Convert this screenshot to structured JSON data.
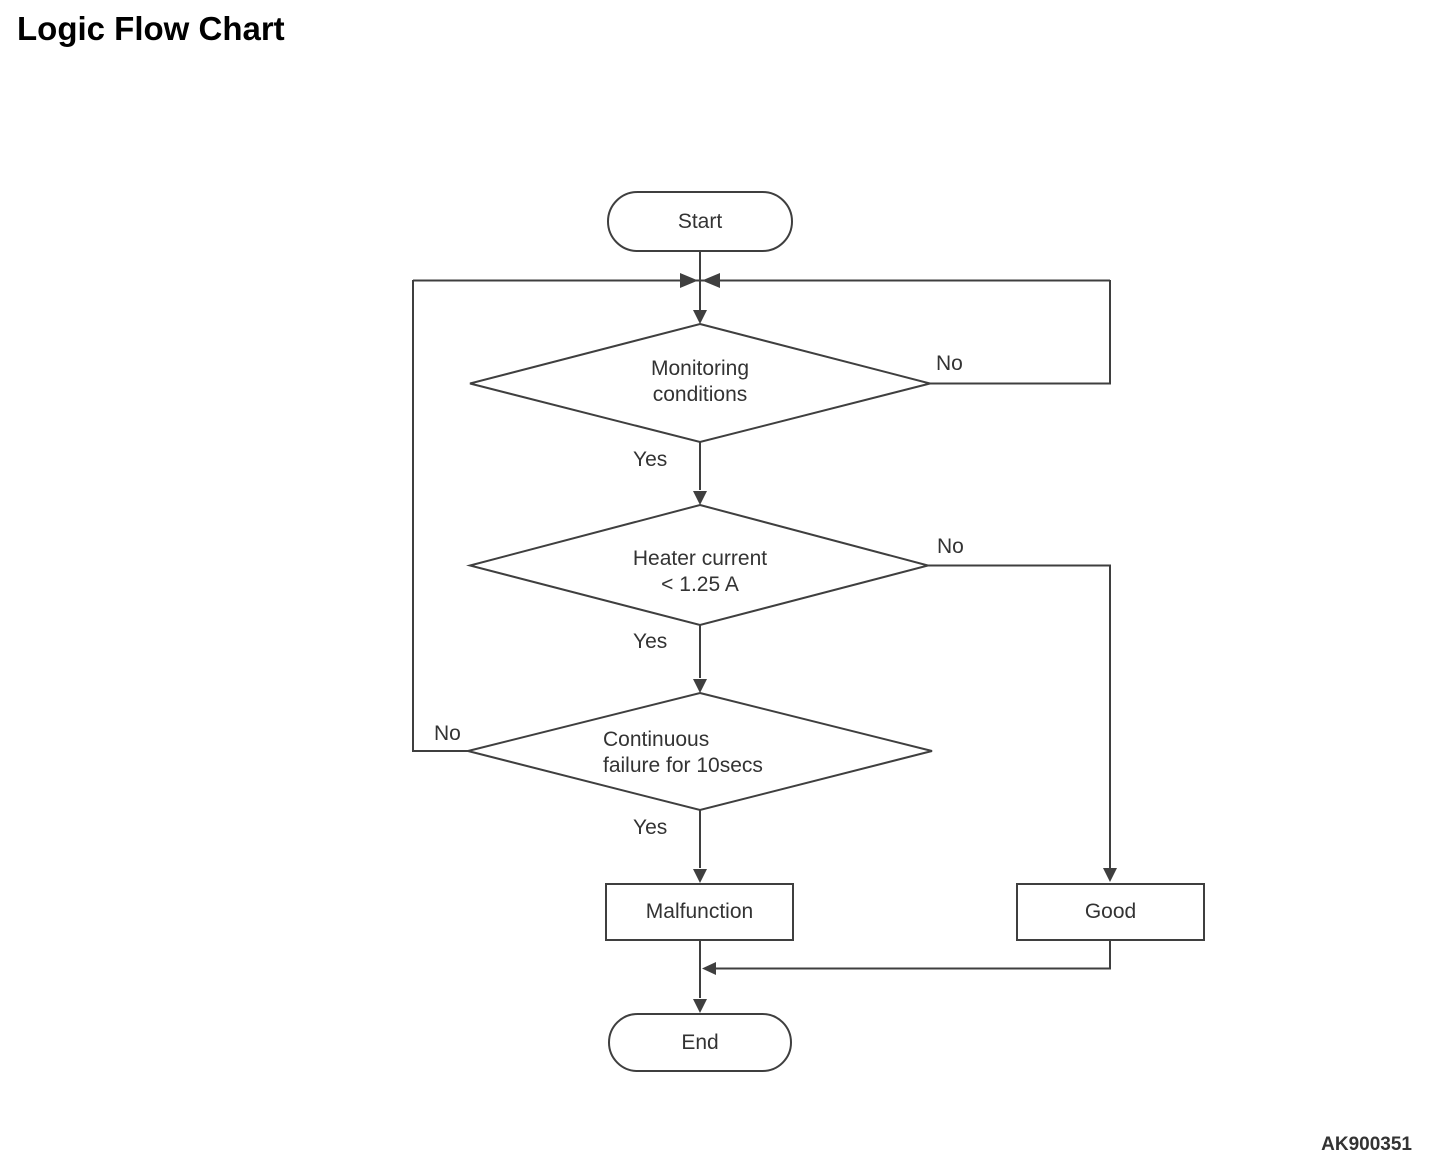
{
  "title": "Logic Flow Chart",
  "figure_code": "AK900351",
  "colors": {
    "line": "#3f3f3f",
    "text": "#333333",
    "title": "#000000",
    "background": "#ffffff"
  },
  "nodes": {
    "start": {
      "type": "terminator",
      "label": "Start"
    },
    "monitoring_conditions": {
      "type": "decision",
      "line1": "Monitoring",
      "line2": "conditions"
    },
    "heater_current": {
      "type": "decision",
      "line1": "Heater current",
      "line2": "< 1.25 A"
    },
    "continuous_failure": {
      "type": "decision",
      "line1": "Continuous",
      "line2": "failure for 10secs"
    },
    "malfunction": {
      "type": "process",
      "label": "Malfunction"
    },
    "good": {
      "type": "process",
      "label": "Good"
    },
    "end": {
      "type": "terminator",
      "label": "End"
    }
  },
  "branch_labels": {
    "monitoring_no": "No",
    "monitoring_yes": "Yes",
    "heater_no": "No",
    "heater_yes": "Yes",
    "continuous_no": "No",
    "continuous_yes": "Yes"
  },
  "edges": [
    {
      "from": "Start",
      "to": "Monitoring conditions",
      "label": ""
    },
    {
      "from": "Monitoring conditions",
      "to": "loop junction above Monitoring conditions",
      "label": "No"
    },
    {
      "from": "Monitoring conditions",
      "to": "Heater current < 1.25 A",
      "label": "Yes"
    },
    {
      "from": "Heater current < 1.25 A",
      "to": "Good",
      "label": "No"
    },
    {
      "from": "Heater current < 1.25 A",
      "to": "Continuous failure for 10secs",
      "label": "Yes"
    },
    {
      "from": "Continuous failure for 10secs",
      "to": "loop junction above Monitoring conditions",
      "label": "No"
    },
    {
      "from": "Continuous failure for 10secs",
      "to": "Malfunction",
      "label": "Yes"
    },
    {
      "from": "Malfunction",
      "to": "End",
      "label": ""
    },
    {
      "from": "Good",
      "to": "End",
      "label": ""
    }
  ]
}
